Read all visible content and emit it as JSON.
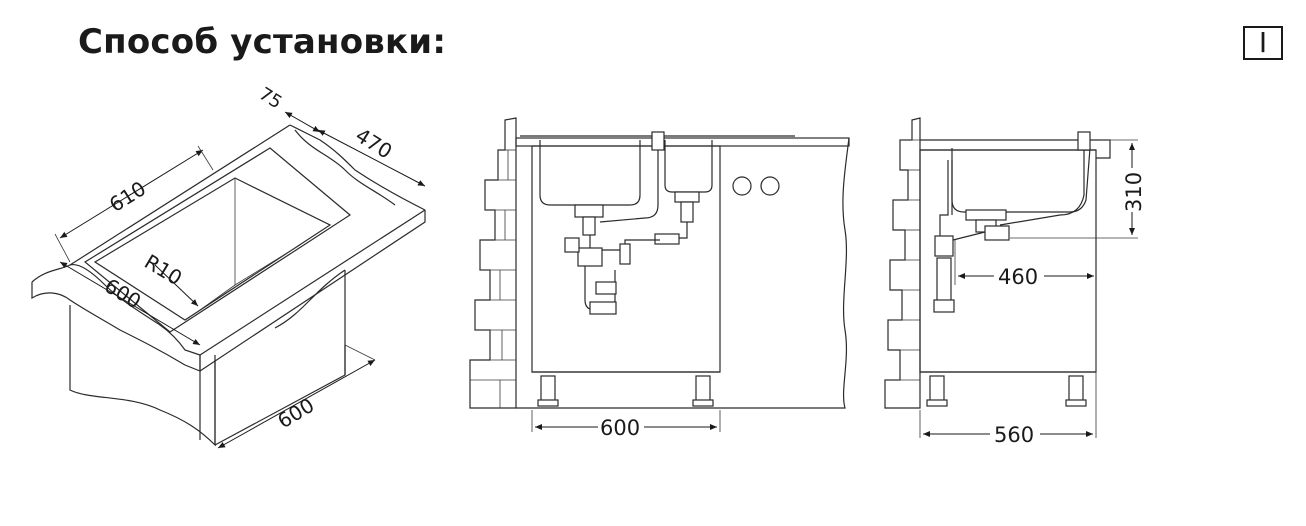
{
  "header": {
    "title": "Способ установки:",
    "badge": "I"
  },
  "views": {
    "isometric": {
      "dim_width": "610",
      "dim_depth": "470",
      "dim_edge": "75",
      "dim_radius": "R10",
      "dim_cabinet_front": "600",
      "dim_cabinet_side": "600"
    },
    "front": {
      "dim_cabinet_width": "600"
    },
    "side": {
      "dim_cabinet_depth": "560",
      "dim_drain_offset": "460",
      "dim_bowl_height": "310"
    }
  }
}
